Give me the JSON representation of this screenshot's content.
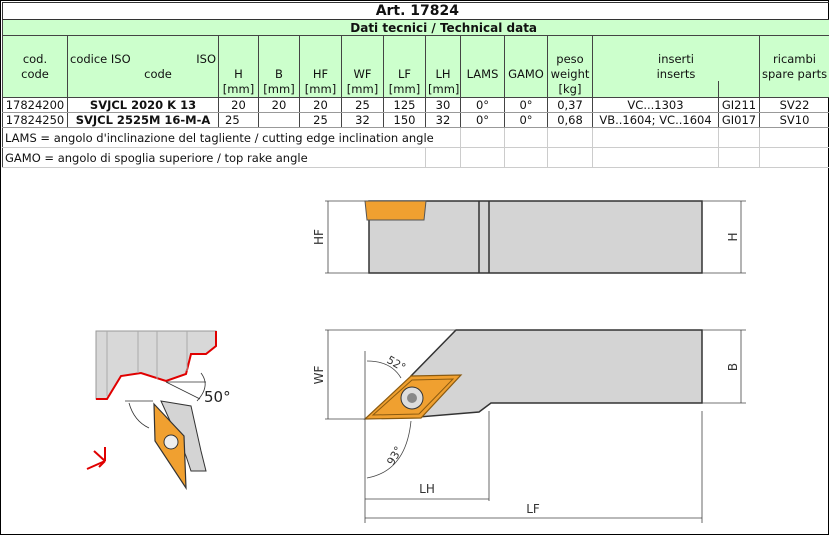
{
  "title": "Art. 17824",
  "subtitle": "Dati tecnici / Technical data",
  "headers": {
    "cod": [
      "cod.",
      "code"
    ],
    "iso": [
      "codice ISO",
      "ISO",
      "code"
    ],
    "H": [
      "H",
      "[mm]"
    ],
    "B": [
      "B",
      "[mm]"
    ],
    "HF": [
      "HF",
      "[mm]"
    ],
    "WF": [
      "WF",
      "[mm]"
    ],
    "LF": [
      "LF",
      "[mm]"
    ],
    "LH": [
      "LH",
      "[mm]"
    ],
    "LAMS": "LAMS",
    "GAMO": "GAMO",
    "peso": [
      "peso",
      "weight",
      "[kg]"
    ],
    "inserti": [
      "inserti",
      "inserts"
    ],
    "ricambi": [
      "ricambi",
      "spare parts"
    ]
  },
  "rows": [
    {
      "cod": "17824200",
      "iso": "SVJCL 2020 K 13",
      "H": "20",
      "B": "20",
      "HF": "20",
      "WF": "25",
      "LF": "125",
      "LH": "30",
      "LAMS": "0°",
      "GAMO": "0°",
      "peso": "0,37",
      "inserts": "VC...1303",
      "insert_code": "GI211",
      "spare": "SV22"
    },
    {
      "cod": "17824250",
      "iso": "SVJCL 2525M 16-M-A",
      "H": "25",
      "B": "",
      "HF": "25",
      "WF": "32",
      "LF": "150",
      "LH": "32",
      "LAMS": "0°",
      "GAMO": "0°",
      "peso": "0,68",
      "inserts": "VB..1604; VC..1604",
      "insert_code": "GI017",
      "spare": "SV10"
    }
  ],
  "notes": [
    "LAMS = angolo d'inclinazione del tagliente / cutting edge inclination angle",
    "GAMO = angolo di spoglia superiore / top rake angle"
  ],
  "drawing": {
    "labels": {
      "HF": "HF",
      "H": "H",
      "WF": "WF",
      "B": "B",
      "LH": "LH",
      "LF": "LF",
      "angle1": "52°",
      "angle2": "93°",
      "angle3": "50°"
    }
  },
  "colors": {
    "header_bg": "#ccffcc",
    "insert": "#f0a030",
    "body": "#d4d4d4",
    "contour": "#e00000"
  }
}
